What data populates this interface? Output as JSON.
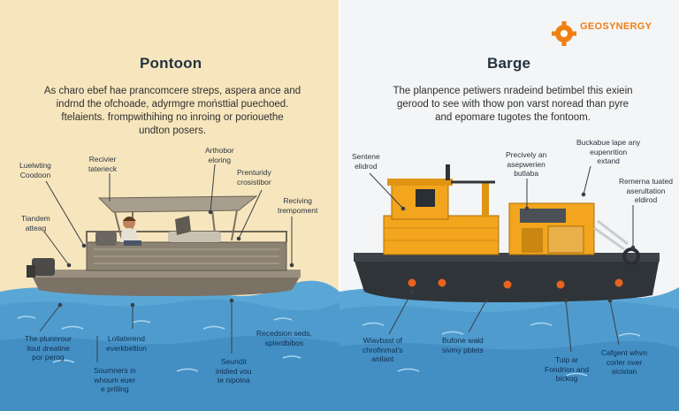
{
  "brand": {
    "name": "GEOSYNERGY",
    "color": "#f07f12",
    "icon": "gear-icon"
  },
  "pontoon": {
    "title": "Pontoon",
    "description": [
      "As charo ebef hae prancomcere streps, aspera ance and",
      "indrnd the ofchoade, adyrmgre moństtial puechoed.",
      "ftelaients. frompwithihing no inroing or poriouethe",
      "undton posers."
    ],
    "labels": {
      "ludwing": [
        "Luelwting",
        "Coodoon"
      ],
      "recivier": [
        "Recivier",
        "taterieck"
      ],
      "arthobor": [
        "Arthobor",
        "eloring"
      ],
      "prenturidy": [
        "Prenturidy",
        "crosistibor"
      ],
      "reciving": [
        "Reciving",
        "trempoment"
      ],
      "tiandem": [
        "Tiandem",
        "atteag"
      ],
      "plunnrour": [
        "The plunnrour",
        "ilout dreatine",
        "por perog"
      ],
      "lollaterend": [
        "Lollaterend",
        "everkbeltion"
      ],
      "soumners": [
        "Soumners in",
        "whoum euer",
        "e prilling"
      ],
      "seundit": [
        "Seundit",
        "inldied vou",
        "te nipoina"
      ],
      "recedsion": [
        "Recedsion seds,",
        "splerdbibos"
      ]
    }
  },
  "barge": {
    "title": "Barge",
    "description": [
      "The planpence petiwers nradeind betimbel this exiein",
      "gerood to see with thow pon varst noread than pyre",
      "and epomare tugotes the fontoom."
    ],
    "labels": {
      "sentene": [
        "Sentene",
        "elidrod"
      ],
      "precively": [
        "Precively an",
        "asepwerien",
        "butlaba"
      ],
      "buckabue": [
        "Buckabue lape any",
        "eupenrition",
        "extand"
      ],
      "remerna": [
        "Remerna tuated",
        "aserultation",
        "eldirod"
      ],
      "wiavbast": [
        "Wiavbast of",
        "chrofinmat's",
        "anilant"
      ],
      "bufone": [
        "Bufone wald",
        "sivmy pblets"
      ],
      "tuip": [
        "Tuip ar",
        "Fondrion and",
        "bickog"
      ],
      "cafgent": [
        "Cafgent whvn",
        "corler over",
        "sicistan"
      ]
    }
  },
  "colors": {
    "pontoon_bg": "#f7e6bd",
    "barge_bg": "#f4f5f6",
    "water": "#5fa8d3",
    "barge_cabin": "#f2a51d",
    "barge_hull": "#2f3438",
    "pontoon_canopy": "#a79e8d"
  }
}
